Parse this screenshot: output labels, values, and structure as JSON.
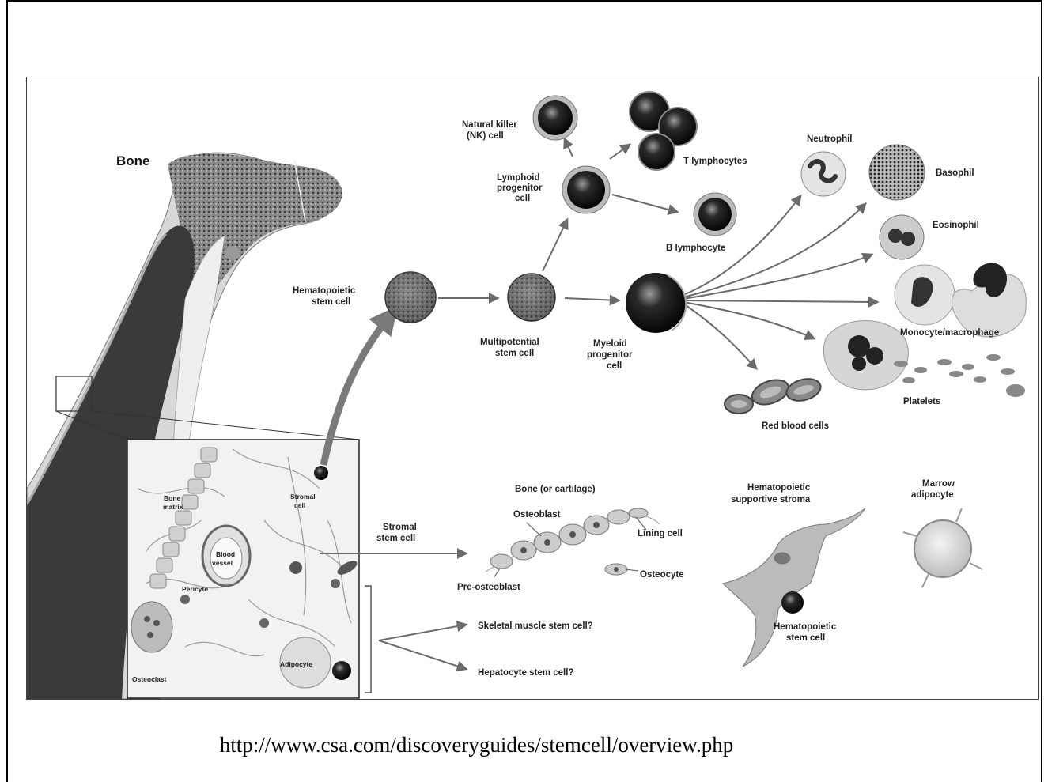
{
  "diagram": {
    "bone_label": "Bone",
    "hematopoietic": {
      "hsc": [
        "Hematopoietic",
        "stem cell"
      ],
      "multipotential": [
        "Multipotential",
        "stem cell"
      ],
      "lymphoid": [
        "Lymphoid",
        "progenitor",
        "cell"
      ],
      "myeloid": [
        "Myeloid",
        "progenitor",
        "cell"
      ],
      "nk": [
        "Natural killer",
        "(NK) cell"
      ],
      "t_lymph": "T lymphocytes",
      "b_lymph": "B lymphocyte",
      "neutrophil": "Neutrophil",
      "basophil": "Basophil",
      "eosinophil": "Eosinophil",
      "monocyte": "Monocyte/macrophage",
      "platelets": "Platelets",
      "rbc": "Red blood cells"
    },
    "inset": {
      "bone_matrix": [
        "Bone",
        "matrix"
      ],
      "stromal_cell": [
        "Stromal",
        "cell"
      ],
      "blood_vessel": [
        "Blood",
        "vessel"
      ],
      "pericyte": "Pericyte",
      "osteoclast": "Osteoclast",
      "adipocyte": "Adipocyte"
    },
    "stromal": {
      "stromal_stem": [
        "Stromal",
        "stem cell"
      ],
      "bone_cartilage": "Bone (or cartilage)",
      "osteoblast": "Osteoblast",
      "lining_cell": "Lining cell",
      "osteocyte": "Osteocyte",
      "pre_osteoblast": "Pre-osteoblast",
      "supportive_stroma": [
        "Hematopoietic",
        "supportive stroma"
      ],
      "hsc_small": [
        "Hematopoietic",
        "stem cell"
      ],
      "marrow_adipocyte": [
        "Marrow",
        "adipocyte"
      ],
      "skeletal": "Skeletal muscle stem cell?",
      "hepatocyte": "Hepatocyte stem cell?"
    }
  },
  "source_url": "http://www.csa.com/discoveryguides/stemcell/overview.php"
}
